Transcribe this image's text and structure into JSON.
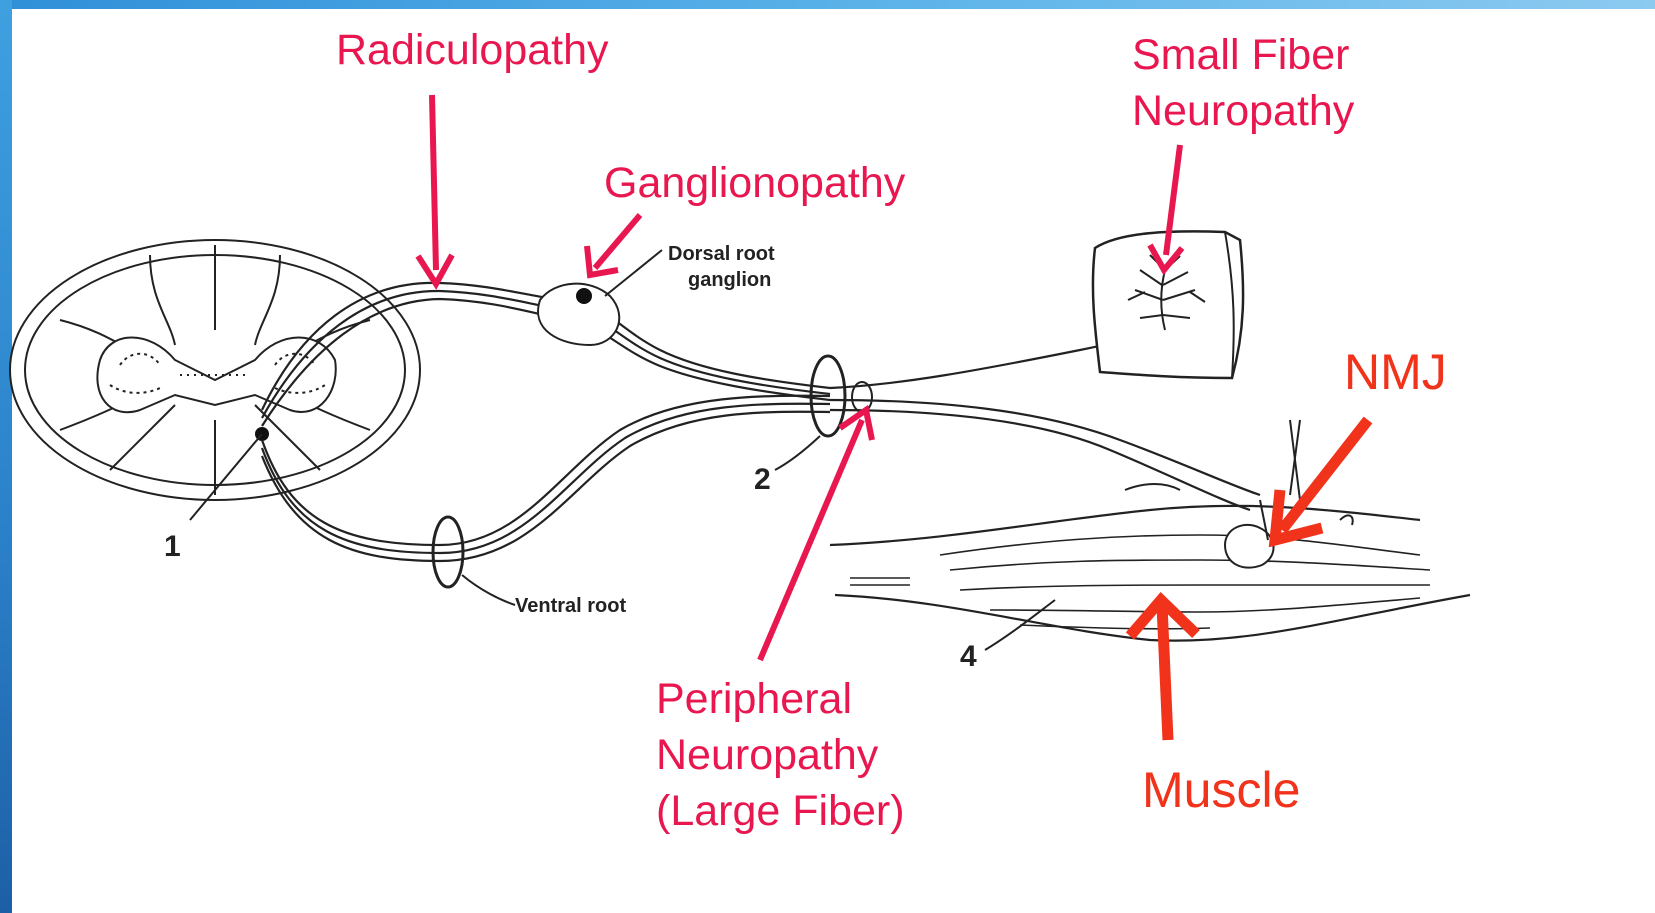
{
  "colors": {
    "pink_label": "#e8174f",
    "orange_label": "#f0331a",
    "line": "#222222",
    "accent_bar": "#2f8fd8"
  },
  "labels": {
    "radiculopathy": "Radiculopathy",
    "ganglionopathy": "Ganglionopathy",
    "small_fiber_line1": "Small Fiber",
    "small_fiber_line2": "Neuropathy",
    "nmj": "NMJ",
    "peripheral_line1": "Peripheral",
    "peripheral_line2": "Neuropathy",
    "peripheral_line3": "(Large Fiber)",
    "muscle": "Muscle"
  },
  "diagram": {
    "dorsal_root_line1": "Dorsal root",
    "dorsal_root_line2": "ganglion",
    "ventral_root": "Ventral root",
    "num_1": "1",
    "num_2": "2",
    "num_4": "4"
  }
}
